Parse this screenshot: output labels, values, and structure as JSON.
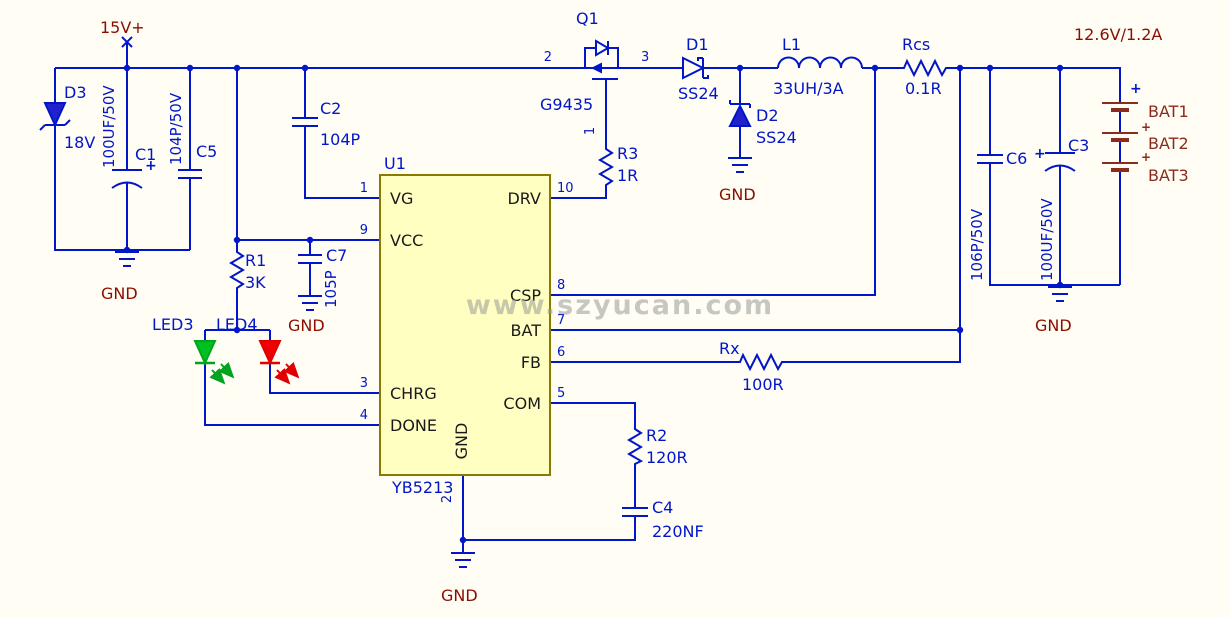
{
  "diagram": {
    "type": "schematic",
    "watermark": "www.szyucan.com"
  },
  "colors": {
    "wire": "#0016C8",
    "label": "#0016C8",
    "power_net": "#8B0D00",
    "pin_text": "#1A1A1A",
    "ic_fill": "#FFFFC2",
    "ic_border": "#8A7A00",
    "led3_green": "#00C020",
    "led4_red": "#F00000",
    "battery": "#8B2A1E",
    "background": "#FFFDF4",
    "watermark": "#9B9B9B"
  },
  "nets": {
    "vin": "15V+",
    "vout": "12.6V/1.2A",
    "gnd": "GND"
  },
  "u1": {
    "ref": "U1",
    "part": "YB5213",
    "pins": {
      "vg": {
        "num": "1",
        "name": "VG"
      },
      "vcc": {
        "num": "9",
        "name": "VCC"
      },
      "chrg": {
        "num": "3",
        "name": "CHRG"
      },
      "done": {
        "num": "4",
        "name": "DONE"
      },
      "drv": {
        "num": "10",
        "name": "DRV"
      },
      "csp": {
        "num": "8",
        "name": "CSP"
      },
      "bat": {
        "num": "7",
        "name": "BAT"
      },
      "fb": {
        "num": "6",
        "name": "FB"
      },
      "com": {
        "num": "5",
        "name": "COM"
      },
      "gnd": {
        "num": "2",
        "name": "GND"
      }
    }
  },
  "components": {
    "d3": {
      "ref": "D3",
      "value": "18V"
    },
    "c1": {
      "ref": "C1",
      "value": "100UF/50V",
      "plus": "+"
    },
    "c5": {
      "ref": "C5",
      "value": "104P/50V"
    },
    "c2": {
      "ref": "C2",
      "value": "104P"
    },
    "c7": {
      "ref": "C7",
      "value": "105P"
    },
    "r1": {
      "ref": "R1",
      "value": "3K"
    },
    "led3": {
      "ref": "LED3"
    },
    "led4": {
      "ref": "LED4"
    },
    "q1": {
      "ref": "Q1",
      "value": "G9435",
      "pin_d": "2",
      "pin_s": "3",
      "pin_g": "1"
    },
    "r3": {
      "ref": "R3",
      "value": "1R"
    },
    "d1": {
      "ref": "D1",
      "value": "SS24"
    },
    "d2": {
      "ref": "D2",
      "value": "SS24"
    },
    "l1": {
      "ref": "L1",
      "value": "33UH/3A"
    },
    "rcs": {
      "ref": "Rcs",
      "value": "0.1R"
    },
    "c6": {
      "ref": "C6",
      "value": "106P/50V"
    },
    "c3": {
      "ref": "C3",
      "value": "100UF/50V",
      "plus": "+"
    },
    "rx": {
      "ref": "Rx",
      "value": "100R"
    },
    "r2": {
      "ref": "R2",
      "value": "120R"
    },
    "c4": {
      "ref": "C4",
      "value": "220NF"
    },
    "battery": {
      "plus": "+",
      "cells": [
        "BAT1",
        "BAT2",
        "BAT3"
      ]
    }
  }
}
